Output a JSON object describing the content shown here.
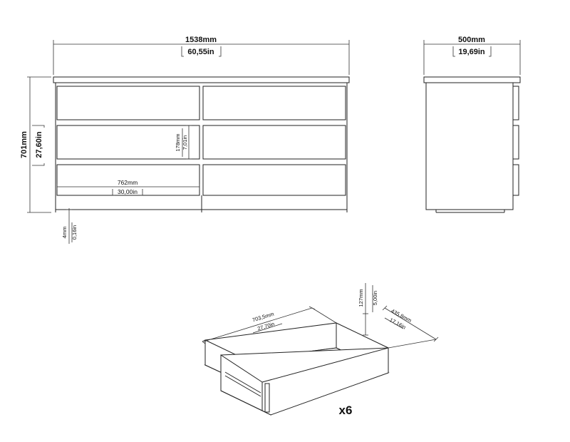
{
  "dimensions": {
    "width_mm": "1538mm",
    "width_in": "60,55in",
    "depth_mm": "500mm",
    "depth_in": "19,69in",
    "height_mm": "701mm",
    "height_in": "27,60in",
    "drawer_front_height_mm": "178mm",
    "drawer_front_height_in": "7,01in",
    "drawer_front_width_mm": "762mm",
    "drawer_front_width_in": "30,00in",
    "plinth_mm": "4mm",
    "plinth_in": "0,16in"
  },
  "drawer": {
    "width_mm": "703,5mm",
    "width_in": "27,70in",
    "height_mm": "127mm",
    "height_in": "5,00in",
    "depth_mm": "435,8mm",
    "depth_in": "17,16in",
    "quantity": "x6"
  }
}
